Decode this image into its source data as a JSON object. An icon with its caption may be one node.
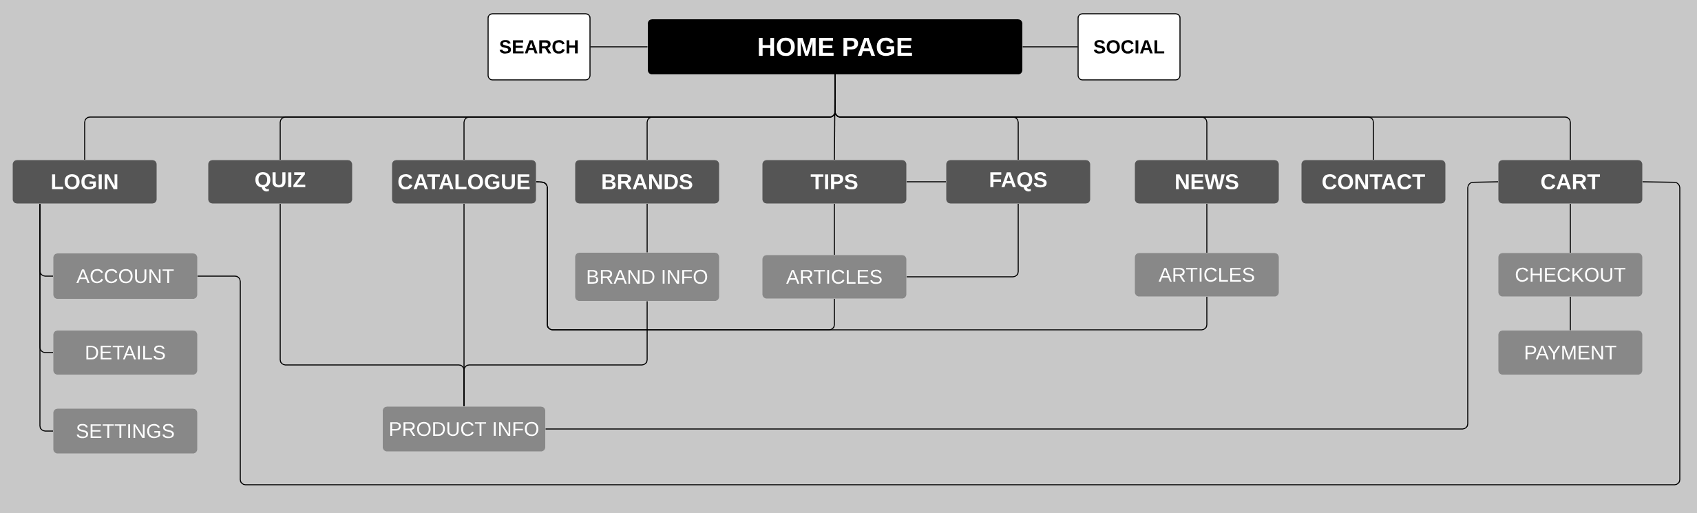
{
  "diagram": {
    "nodes": [
      {
        "text": [
          "HOME PAGE"
        ]
      },
      {
        "text": [
          "SEARCH"
        ]
      },
      {
        "text": [
          "SOCIAL"
        ]
      },
      {
        "text": [
          "LOGIN"
        ]
      },
      {
        "text": [
          "QUIZ"
        ]
      },
      {
        "text": [
          "CATALOGUE"
        ]
      },
      {
        "text": [
          "BRANDS"
        ]
      },
      {
        "text": [
          "TIPS"
        ]
      },
      {
        "text": [
          "FAQS"
        ]
      },
      {
        "text": [
          "NEWS"
        ]
      },
      {
        "text": [
          "CONTACT"
        ]
      },
      {
        "text": [
          "CART"
        ]
      },
      {
        "text": [
          "ACCOUNT"
        ]
      },
      {
        "text": [
          "BRAND INFO"
        ]
      },
      {
        "text": [
          "ARTICLES"
        ]
      },
      {
        "text": [
          "ARTICLES"
        ]
      },
      {
        "text": [
          "CHECKOUT"
        ]
      },
      {
        "text": [
          "DETAILS"
        ]
      },
      {
        "text": [
          "PAYMENT"
        ]
      },
      {
        "text": [
          "SETTINGS"
        ]
      },
      {
        "text": [
          "PRODUCT INFO"
        ]
      }
    ],
    "edges": [
      {
        "from": 1,
        "to": 0,
        "arrow": "none"
      },
      {
        "from": 0,
        "to": 2,
        "arrow": "none"
      },
      {
        "from": 0,
        "to": 3,
        "arrow": "none"
      },
      {
        "from": 0,
        "to": 4,
        "arrow": "none"
      },
      {
        "from": 0,
        "to": 5,
        "arrow": "none"
      },
      {
        "from": 0,
        "to": 6,
        "arrow": "none"
      },
      {
        "from": 0,
        "to": 7,
        "arrow": "none"
      },
      {
        "from": 0,
        "to": 8,
        "arrow": "none"
      },
      {
        "from": 0,
        "to": 9,
        "arrow": "none"
      },
      {
        "from": 0,
        "to": 10,
        "arrow": "none"
      },
      {
        "from": 0,
        "to": 11,
        "arrow": "none"
      },
      {
        "from": 7,
        "to": 8,
        "arrow": "none"
      },
      {
        "from": 3,
        "to": 12,
        "arrow": "none"
      },
      {
        "from": 3,
        "to": 17,
        "arrow": "none"
      },
      {
        "from": 3,
        "to": 19,
        "arrow": "none"
      },
      {
        "from": 6,
        "to": 13,
        "arrow": "none"
      },
      {
        "from": 7,
        "to": 14,
        "arrow": "none"
      },
      {
        "from": 8,
        "to": 14,
        "arrow": "none"
      },
      {
        "from": 9,
        "to": 15,
        "arrow": "none"
      },
      {
        "from": 11,
        "to": 16,
        "arrow": "none"
      },
      {
        "from": 16,
        "to": 18,
        "arrow": "none"
      },
      {
        "from": 4,
        "to": 20,
        "arrow": "none"
      },
      {
        "from": 5,
        "to": 20,
        "arrow": "none"
      },
      {
        "from": 13,
        "to": 20,
        "arrow": "none"
      },
      {
        "from": 5,
        "to": 14,
        "arrow": "none"
      },
      {
        "from": 5,
        "to": 15,
        "arrow": "none"
      },
      {
        "from": 20,
        "to": 11,
        "arrow": "none"
      },
      {
        "from": 12,
        "to": 11,
        "arrow": "none"
      }
    ]
  }
}
